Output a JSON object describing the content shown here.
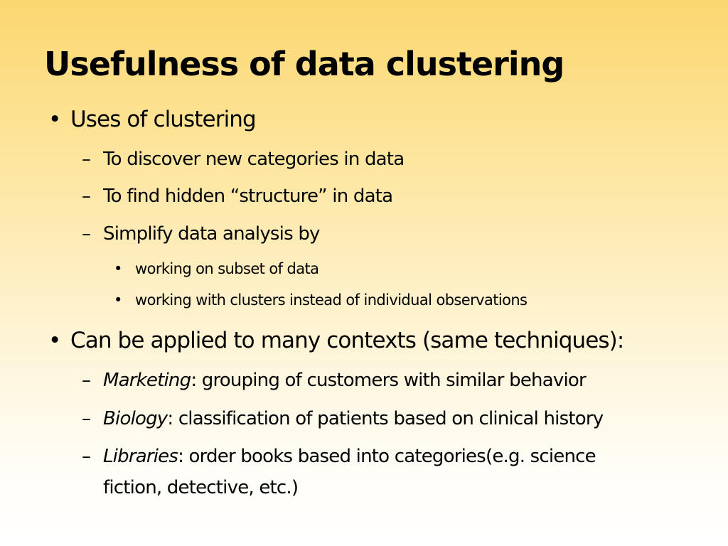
{
  "slide": {
    "title": "Usefulness of data clustering",
    "bullet_marker": "•",
    "dash_marker": "–",
    "items": [
      {
        "text": "Uses of clustering",
        "subitems": [
          {
            "text": "To discover new categories in data"
          },
          {
            "text": "To find hidden “structure” in data"
          },
          {
            "text": "Simplify data analysis by",
            "subitems": [
              {
                "text": "working on subset of data"
              },
              {
                "text": "working with clusters instead of individual observations"
              }
            ]
          }
        ]
      },
      {
        "text": "Can be applied to many contexts (same techniques):",
        "subitems": [
          {
            "term": "Marketing",
            "text": ": grouping of customers with similar behavior"
          },
          {
            "term": "Biology",
            "text": ": classification of patients based on clinical history"
          },
          {
            "term": "Libraries",
            "text": ": order books based into categories(e.g. science",
            "continuation": "fiction, detective, etc.)"
          }
        ]
      }
    ]
  }
}
